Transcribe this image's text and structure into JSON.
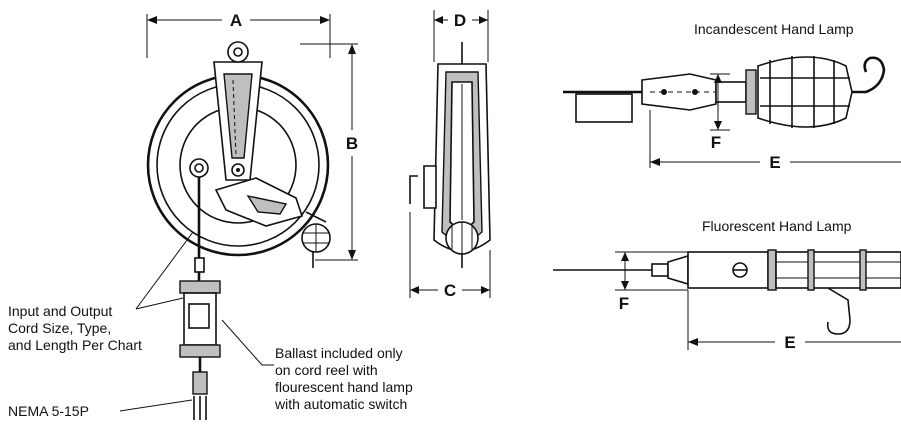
{
  "dimensions": {
    "a": "A",
    "b": "B",
    "c": "C",
    "d": "D",
    "e_incandescent": "E",
    "f_incandescent": "F",
    "e_fluorescent": "E",
    "f_fluorescent": "F"
  },
  "captions": {
    "incandescent": "Incandescent Hand Lamp",
    "fluorescent": "Fluorescent Hand Lamp"
  },
  "notes": {
    "cord_line1": "Input and Output",
    "cord_line2": "Cord Size, Type,",
    "cord_line3": "and Length Per Chart",
    "ballast_line1": "Ballast included only",
    "ballast_line2": "on cord reel with",
    "ballast_line3": "flourescent hand lamp",
    "ballast_line4": "with automatic switch",
    "plug": "NEMA 5-15P"
  }
}
